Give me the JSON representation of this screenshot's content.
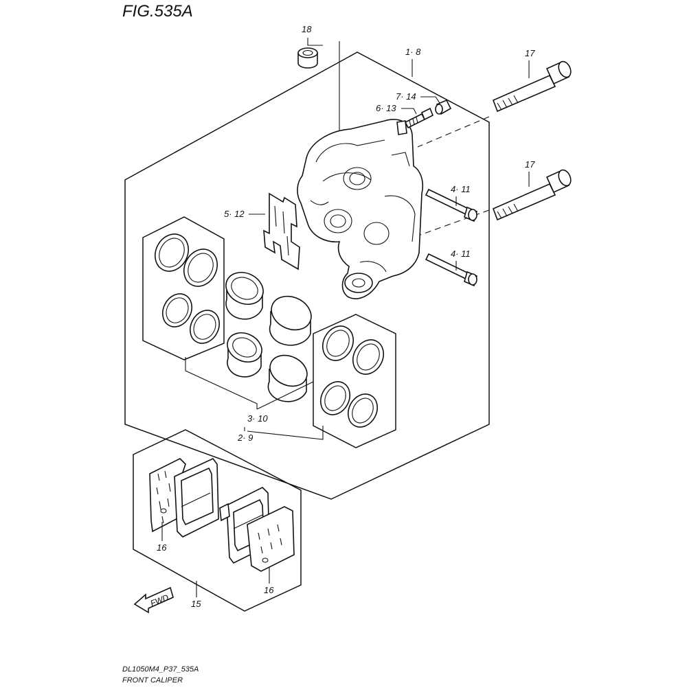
{
  "figure": {
    "title": "FIG.535A",
    "code": "DL1050M4_P37_535A",
    "caption": "FRONT CALIPER",
    "direction_label": "FWD"
  },
  "callouts": {
    "c18": "18",
    "c1_8": "1· 8",
    "c7_14": "7· 14",
    "c6_13": "6· 13",
    "c17_top": "17",
    "c17_mid": "17",
    "c4_11_top": "4· 11",
    "c4_11_bot": "4· 11",
    "c5_12": "5· 12",
    "c3_10": "3· 10",
    "c2_9": "2· 9",
    "c16_left": "16",
    "c16_right": "16",
    "c15": "15"
  }
}
